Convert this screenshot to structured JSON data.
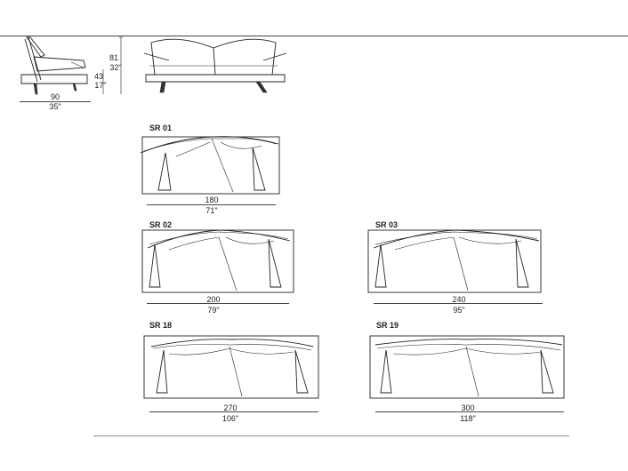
{
  "overview": {
    "side_depth_cm": "90",
    "side_depth_in": "35\"",
    "height_cm": "81",
    "height_in": "32\"",
    "seat_cm": "43",
    "seat_in": "17\""
  },
  "models": [
    {
      "code": "SR 01",
      "width_cm": "180",
      "width_in": "71\""
    },
    {
      "code": "SR 02",
      "width_cm": "200",
      "width_in": "79\""
    },
    {
      "code": "SR 03",
      "width_cm": "240",
      "width_in": "95\""
    },
    {
      "code": "SR 18",
      "width_cm": "270",
      "width_in": "106\""
    },
    {
      "code": "SR 19",
      "width_cm": "300",
      "width_in": "118\""
    }
  ],
  "colors": {
    "line": "#222222",
    "background": "#ffffff"
  }
}
